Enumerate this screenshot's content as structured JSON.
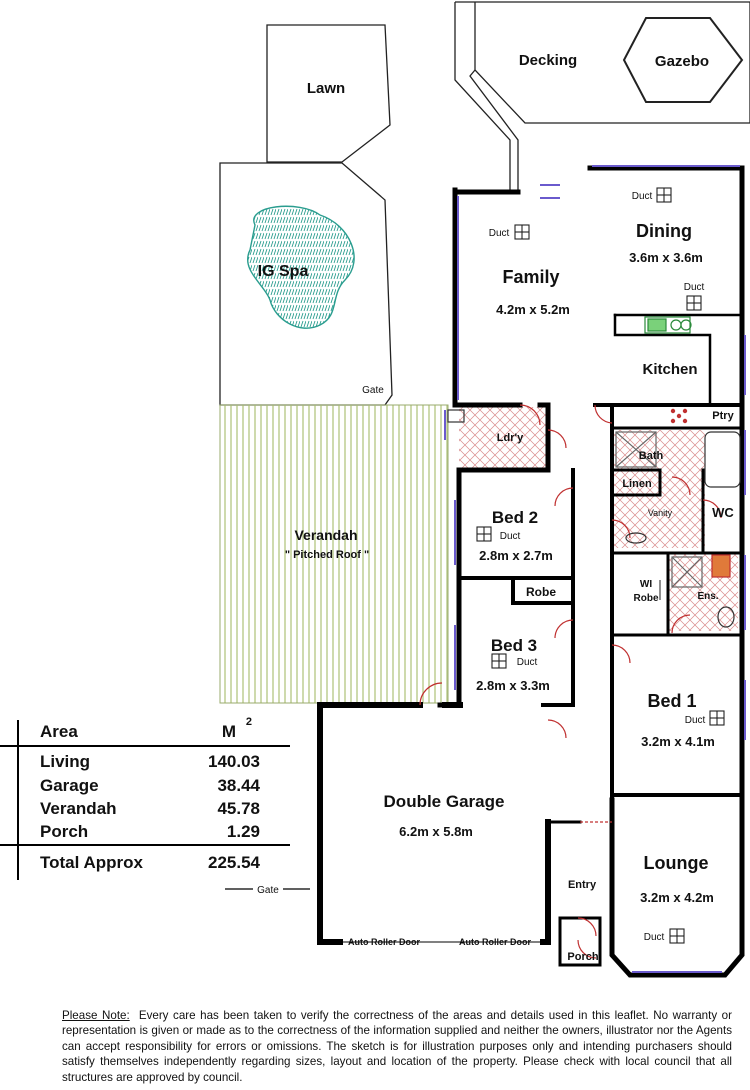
{
  "rooms": {
    "lawn": "Lawn",
    "decking": "Decking",
    "gazebo": "Gazebo",
    "ig_spa": "IG Spa",
    "gate_top": "Gate",
    "family": "Family",
    "family_size": "4.2m x 5.2m",
    "dining": "Dining",
    "dining_size": "3.6m x 3.6m",
    "kitchen": "Kitchen",
    "ptry": "Ptry",
    "laundry": "Ldr'y",
    "bath": "Bath",
    "linen": "Linen",
    "vanity": "Vanity",
    "wc": "WC",
    "bed2": "Bed 2",
    "bed2_size": "2.8m x 2.7m",
    "robe": "Robe",
    "bed3": "Bed 3",
    "bed3_size": "2.8m x 3.3m",
    "wi_robe_1": "WI",
    "wi_robe_2": "Robe",
    "ensuite": "Ens.",
    "bed1": "Bed 1",
    "bed1_size": "3.2m x 4.1m",
    "verandah": "Verandah",
    "verandah_note": "\" Pitched Roof \"",
    "double_garage": "Double Garage",
    "garage_size": "6.2m x 5.8m",
    "entry": "Entry",
    "lounge": "Lounge",
    "lounge_size": "3.2m x 4.2m",
    "porch": "Porch",
    "roller_door_1": "Auto Roller Door",
    "roller_door_2": "Auto Roller Door",
    "gate_bottom": "Gate",
    "duct": "Duct"
  },
  "area_table": {
    "header_label": "Area",
    "header_unit": "M",
    "header_sup": "2",
    "rows": [
      {
        "name": "Living",
        "value": "140.03"
      },
      {
        "name": "Garage",
        "value": "38.44"
      },
      {
        "name": "Verandah",
        "value": "45.78"
      },
      {
        "name": "Porch",
        "value": "1.29"
      }
    ],
    "total_label": "Total Approx",
    "total_value": "225.54"
  },
  "note": {
    "heading": "Please Note:",
    "body": "Every care has been taken to verify the correctness of the areas and details used in this leaflet. No warranty or representation is given or made as to the correctness of the information supplied and neither the owners, illustrator nor the Agents can accept responsibility for errors or omissions. The sketch is for illustration purposes only and intending purchasers should satisfy themselves independently regarding sizes, layout and location of the property. Please check with local council that all structures are approved by council."
  },
  "colors": {
    "wall": "#000000",
    "window": "#6a5acd",
    "verandah_hatch": "#b8c98a",
    "spa": "#2a9d8f",
    "wet_area": "#c03030"
  }
}
